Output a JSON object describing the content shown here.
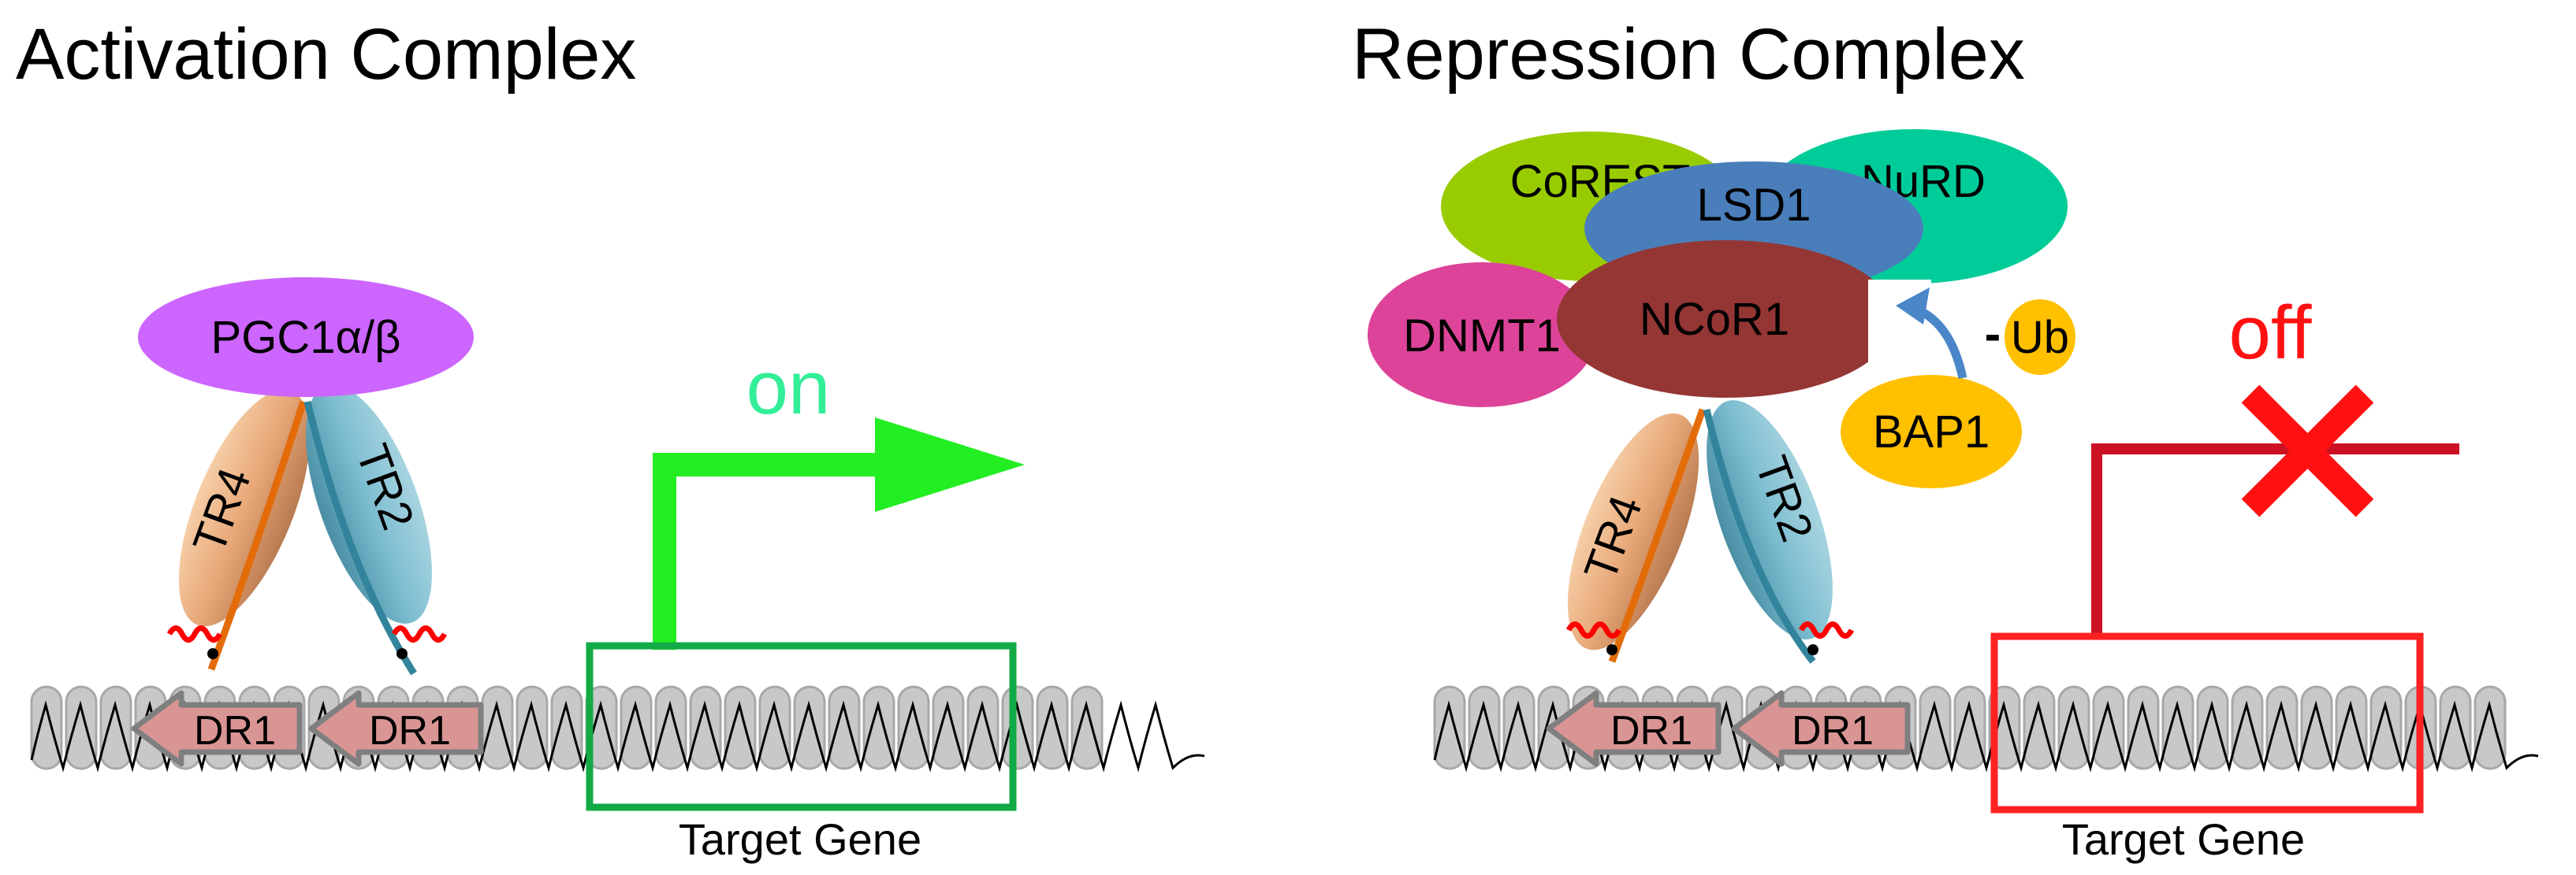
{
  "activation": {
    "title": "Activation Complex",
    "coactivator": "PGC1α/β",
    "receptor_left": "TR4",
    "receptor_right": "TR2",
    "element_1": "DR1",
    "element_2": "DR1",
    "state": "on",
    "gene_label": "Target Gene"
  },
  "repression": {
    "title": "Repression Complex",
    "corest": "CoREST",
    "lsd1": "LSD1",
    "nurd": "NuRD",
    "dnmt1": "DNMT1",
    "ncor1": "NCoR1",
    "bap1": "BAP1",
    "ub_dash": "-",
    "ub": "Ub",
    "receptor_left": "TR4",
    "receptor_right": "TR2",
    "element_1": "DR1",
    "element_2": "DR1",
    "state": "off",
    "gene_label": "Target Gene"
  },
  "colors": {
    "on": "#22ee22",
    "on_text": "#33ee99",
    "off": "#ff1111",
    "off_arrow": "#cc1122",
    "gene_box_active": "#11aa44",
    "gene_box_repressed": "#ff2222",
    "pgc1": "#cc66ff",
    "tr4": "#e8a878",
    "tr2": "#6aaec4",
    "corest": "#99cc00",
    "lsd1": "#4a7ebb",
    "nurd": "#00cc99",
    "dnmt1": "#dd4499",
    "ncor1": "#943634",
    "bap1": "#ffc000",
    "dr1": "#d99594",
    "dna": "#c8c8c8"
  }
}
